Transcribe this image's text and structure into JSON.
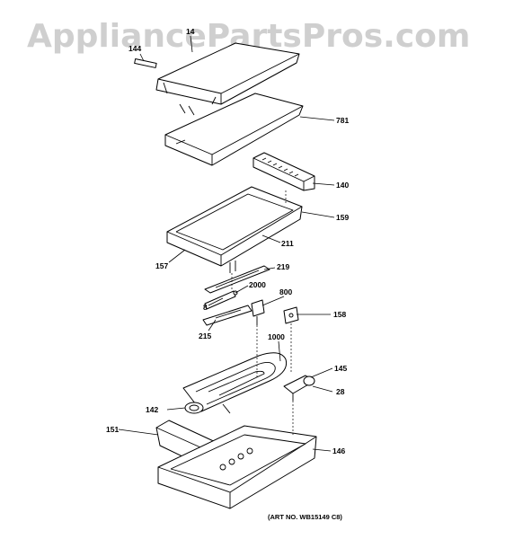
{
  "watermark": "AppliancePartsPros.com",
  "art_number": "(ART NO. WB15149 C8)",
  "callouts": {
    "c144": "144",
    "c14": "14",
    "c781": "781",
    "c140": "140",
    "c159": "159",
    "c211": "211",
    "c157": "157",
    "c219": "219",
    "c2000": "2000",
    "c800": "800",
    "c8": "8",
    "c158": "158",
    "c215": "215",
    "c1000": "1000",
    "c145": "145",
    "c28": "28",
    "c142": "142",
    "c151": "151",
    "c146": "146"
  }
}
